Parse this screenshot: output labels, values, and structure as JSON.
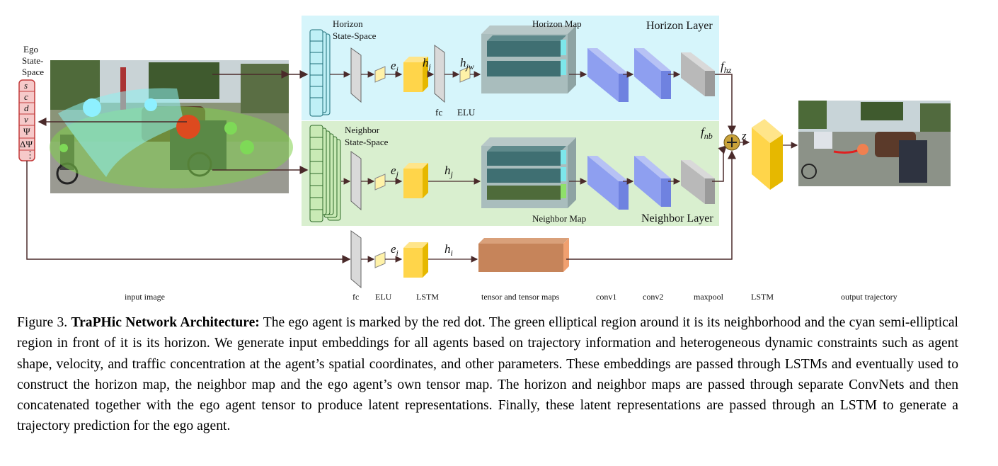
{
  "ego_state": {
    "title_lines": [
      "Ego",
      "State-",
      "Space"
    ],
    "cells": [
      "s",
      "c",
      "d",
      "v",
      "Ψ",
      "ΔΨ",
      "⋮"
    ]
  },
  "horizon": {
    "state_space_label_lines": [
      "Horizon",
      "State-Space"
    ],
    "e_label": "e",
    "e_sub": "j",
    "h_label": "h",
    "h_sub": "j",
    "hw_label": "h",
    "hw_sub": "jw",
    "fc_label": "fc",
    "elu_label": "ELU",
    "map_label": "Horizon Map",
    "layer_label": "Horizon Layer",
    "output_label": "f",
    "output_sub": "hz"
  },
  "neighbor": {
    "state_space_label_lines": [
      "Neighbor",
      "State-Space"
    ],
    "e_label": "e",
    "e_sub": "j",
    "h_label": "h",
    "h_sub": "j",
    "map_label": "Neighbor Map",
    "layer_label": "Neighbor Layer",
    "output_label": "f",
    "output_sub": "nb"
  },
  "ego_branch": {
    "e_label": "e",
    "e_sub": "i",
    "h_label": "h",
    "h_sub": "i"
  },
  "concat": {
    "z_label": "z"
  },
  "bottom_labels": {
    "input_image": "input image",
    "fc": "fc",
    "elu": "ELU",
    "lstm": "LSTM",
    "tensor_maps": "tensor and tensor maps",
    "conv1": "conv1",
    "conv2": "conv2",
    "maxpool": "maxpool",
    "lstm2": "LSTM",
    "output_trajectory": "output trajectory"
  },
  "caption": {
    "prefix": "Figure 3. ",
    "title": "TraPHic Network Architecture:",
    "body": " The ego agent is marked by the red dot. The green elliptical region around it is its neighborhood and the cyan semi-elliptical region in front of it is its horizon. We generate input embeddings for all agents based on trajectory information and heterogeneous dynamic constraints such as agent shape, velocity, and traffic concentration at the agent’s spatial coordinates, and other parameters. These embeddings are passed through LSTMs and eventually used to construct the horizon map, the neighbor map and the ego agent’s own tensor map. The horizon and neighbor maps are passed through separate ConvNets and then concatenated together with the ego agent tensor to produce latent representations. Finally, these latent representations are passed through an LSTM to generate a trajectory prediction for the ego agent."
  },
  "colors": {
    "horizon_panel": "#d6f5fb",
    "neighbor_panel": "#d9efcf",
    "ego_cell": "#f6c9c9",
    "lstm_block": "#ffd54a",
    "conv_block": "#8e9ff0",
    "maxpool_block": "#b9b9b9",
    "tensor_block": "#c6845a",
    "arrow": "#4a2a2a"
  }
}
